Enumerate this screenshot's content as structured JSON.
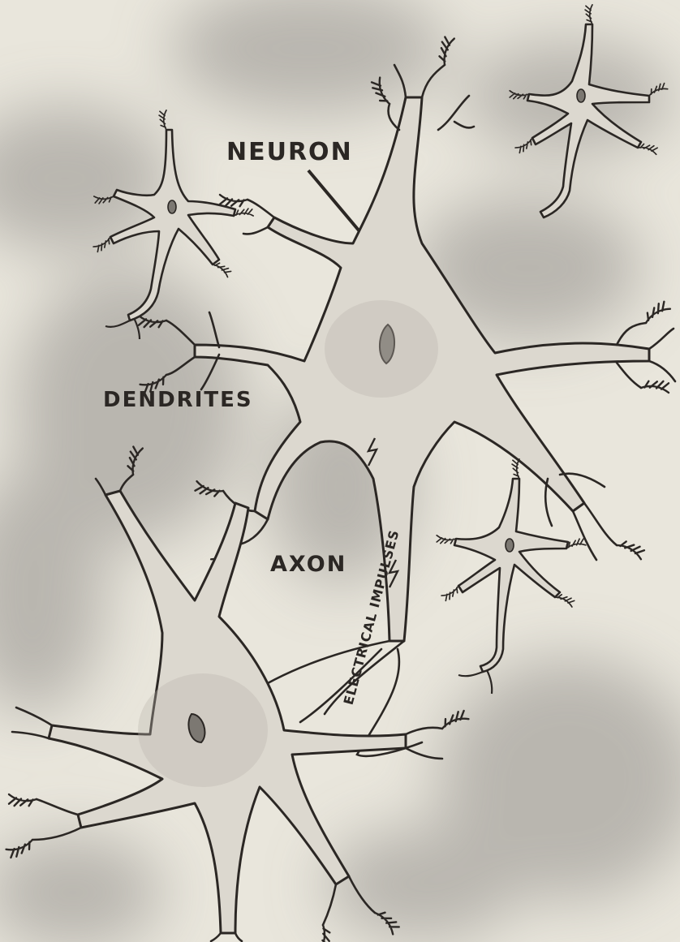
{
  "labels": {
    "neuron": "NEURON",
    "dendrites": "DENDRITES",
    "axon": "AXON",
    "electrical_impulses": "ELECTRICAL IMPULSES"
  },
  "colors": {
    "paper": "#e9e6dc",
    "shadow": "#a9a6a0",
    "cell_fill": "#dcd8cf",
    "ink": "#2b2724"
  }
}
